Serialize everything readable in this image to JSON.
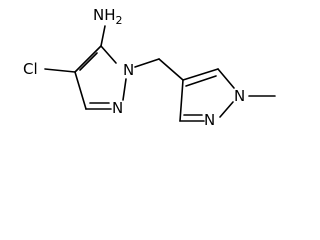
{
  "molecule": {
    "atom_labels": {
      "amine": "NH2",
      "chloro": "Cl",
      "n1_left": "N",
      "n2_left": "N",
      "n1_right": "N",
      "n2_right": "N"
    },
    "colors": {
      "bond": "#000000",
      "text": "#000000",
      "background": "#ffffff"
    }
  }
}
